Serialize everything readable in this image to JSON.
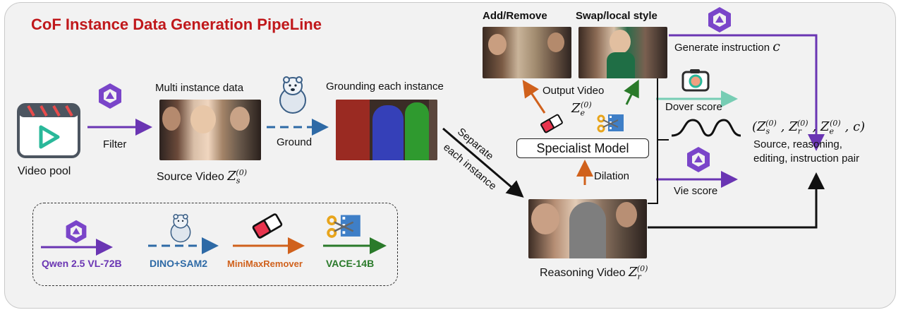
{
  "title": "CoF Instance Data Generation PipeLine",
  "nodes": {
    "video_pool": "Video pool",
    "filter": "Filter",
    "multi_instance": "Multi instance data",
    "source_video": "Source Video",
    "ground": "Ground",
    "grounding_each": "Grounding each instance",
    "separate_line1": "Separate",
    "separate_line2": "each instance",
    "add_remove": "Add/Remove",
    "swap_local": "Swap/local style",
    "output_video": "Output Video",
    "specialist_model": "Specialist Model",
    "dilation": "Dilation",
    "reasoning_video": "Reasoning Video",
    "generate_instruction": "Generate instruction",
    "dover_score": "Dover score",
    "vie_score": "Vie score",
    "result_line1": "Source, reasoning,",
    "result_line2": "editing, instruction pair"
  },
  "math": {
    "z_s": "Z",
    "z_s_sub": "s",
    "z_sup": "(0)",
    "z_e": "Z",
    "z_e_sub": "e",
    "z_r": "Z",
    "z_r_sub": "r",
    "c": "c",
    "tuple": "(Zs(0), Zr(0), Ze(0), c)"
  },
  "legend": {
    "items": [
      {
        "label": "Qwen 2.5 VL-72B",
        "color": "#6a35b3",
        "icon": "qwen-icon"
      },
      {
        "label": "DINO+SAM2",
        "color": "#2e6aa6",
        "icon": "polar-bear-icon"
      },
      {
        "label": "MiniMaxRemover",
        "color": "#d0611c",
        "icon": "eraser-icon"
      },
      {
        "label": "VACE-14B",
        "color": "#2a7a2a",
        "icon": "scissors-film-icon"
      }
    ]
  },
  "colors": {
    "title": "#c0181b",
    "purple": "#6a35b3",
    "blue": "#2e6aa6",
    "orange": "#d0611c",
    "green": "#2a7a2a",
    "teal": "#77cdb4"
  }
}
